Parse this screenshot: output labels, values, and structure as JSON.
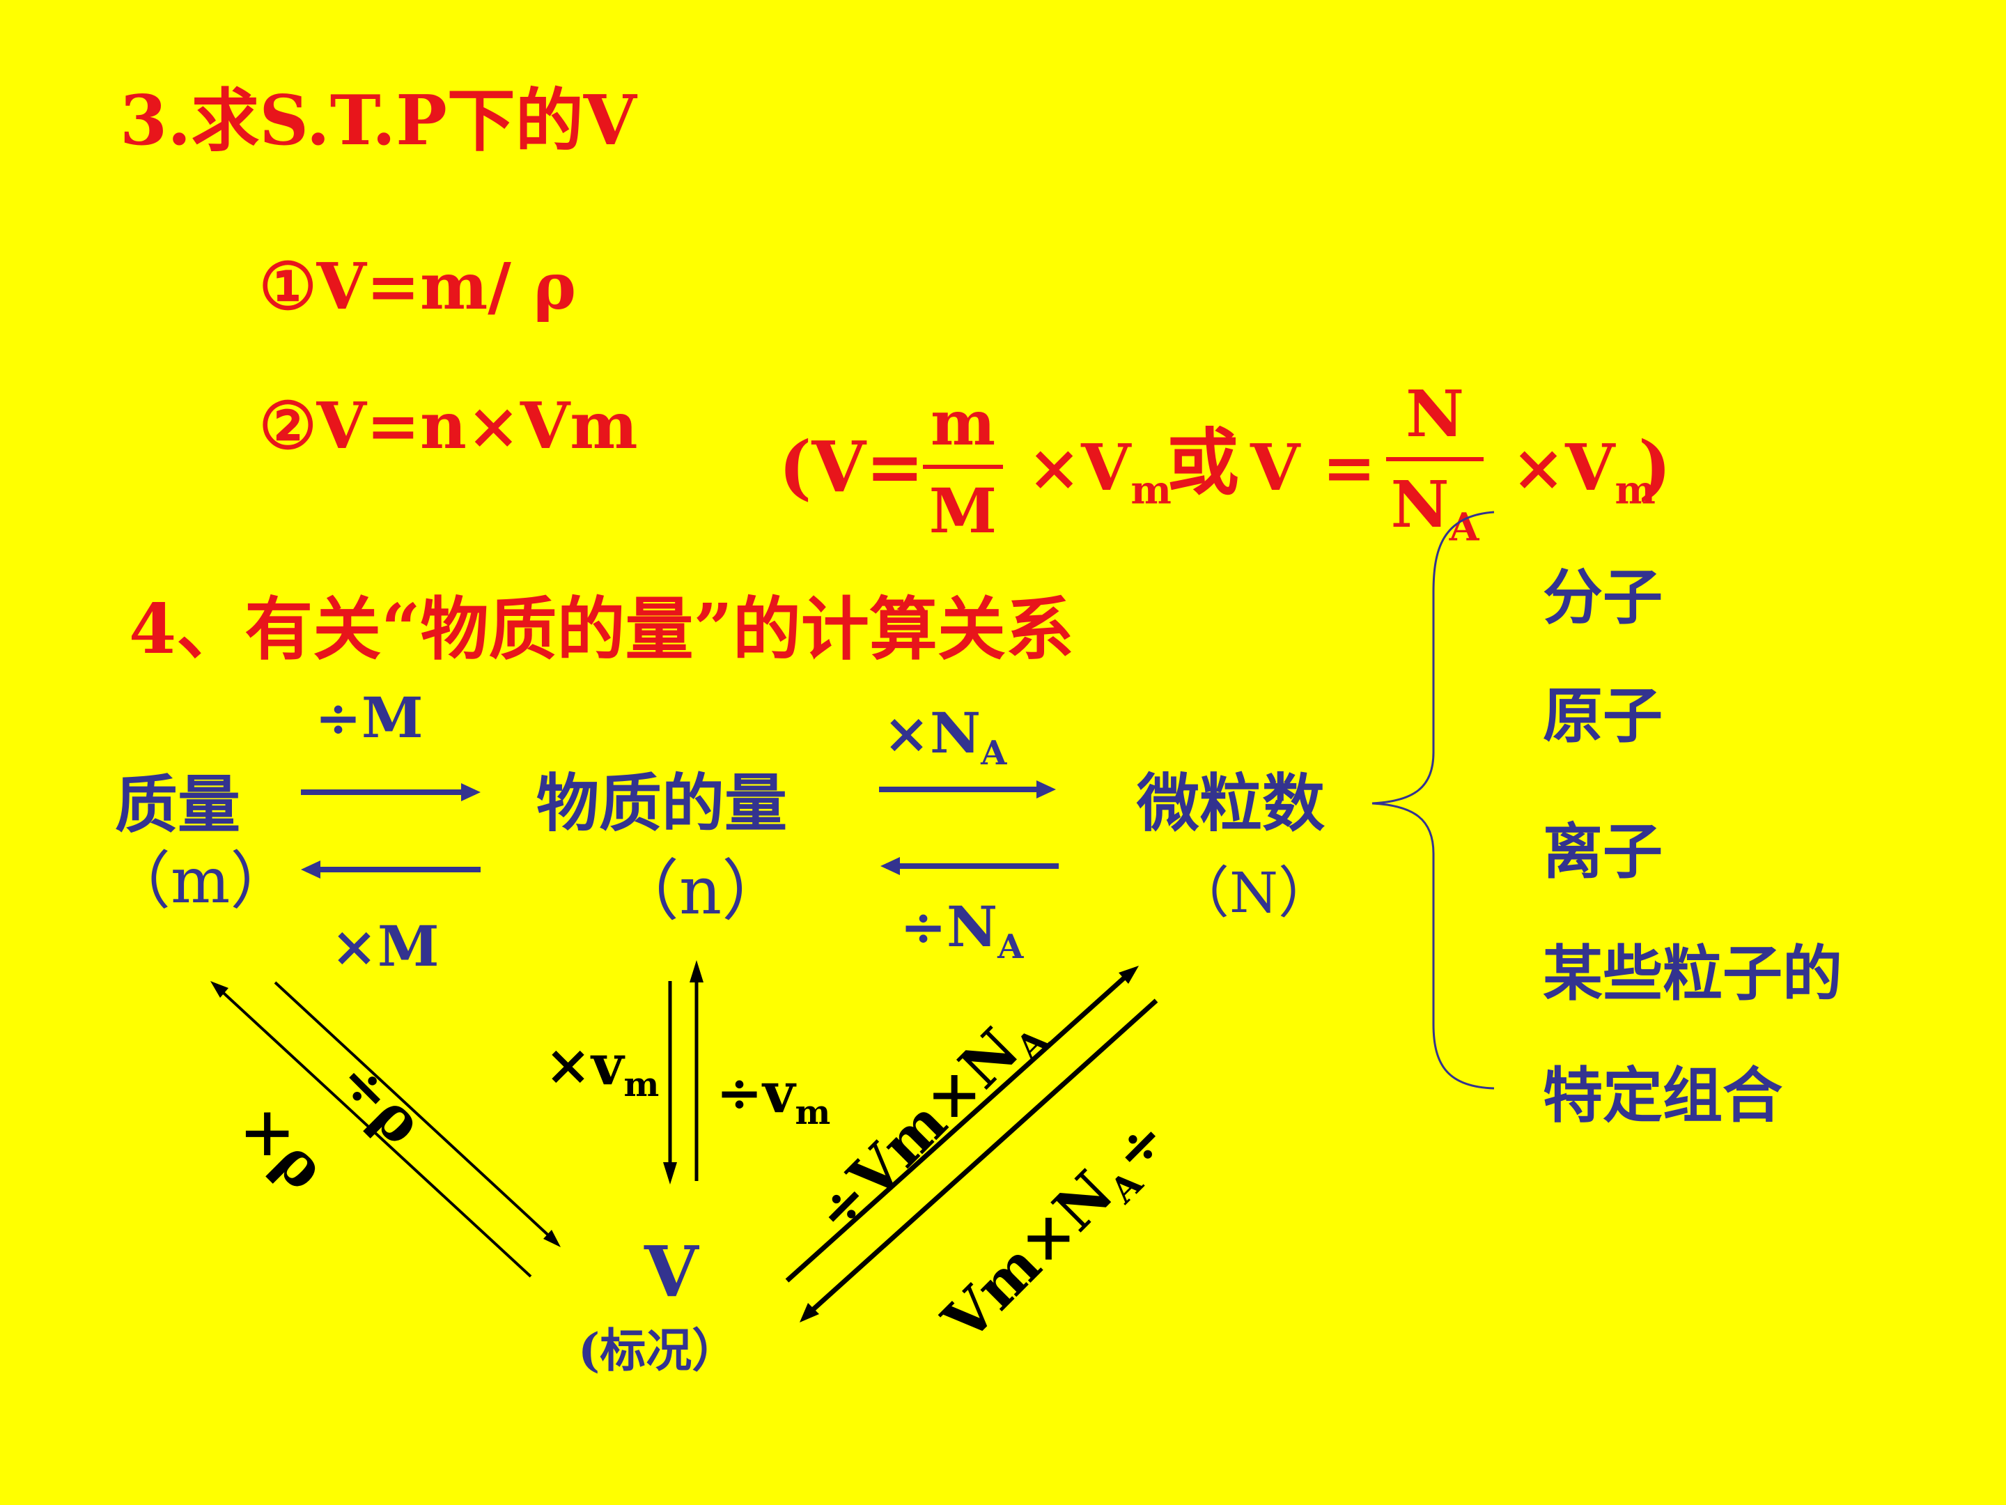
{
  "heading3": "3.求S.T.P下的V",
  "formula1": "①V=m/ ρ",
  "formula2": "②V=n×Vm",
  "alt_formula": {
    "open": "(V=",
    "num1": "m",
    "den1": "M",
    "mid_times": "×V",
    "mid_sub": "m",
    "or": "或",
    "v_eq": "V =",
    "num2": "N",
    "den2_main": "N",
    "den2_sub": "A",
    "end_times": "×V",
    "end_sub": "m",
    "close": ")"
  },
  "heading4": "4、有关“物质的量”的计算关系",
  "nodes": {
    "mass_label": "质量",
    "mass_symbol": "（m）",
    "amount_label": "物质的量",
    "amount_symbol": "（n）",
    "particle_label": "微粒数",
    "particle_symbol": "（N）",
    "volume_label": "V",
    "volume_note": "(标况）"
  },
  "arrows": {
    "div_M": "÷M",
    "times_M": "×M",
    "times_NA_main": "×N",
    "times_NA_sub": "A",
    "div_NA_main": "÷N",
    "div_NA_sub": "A",
    "times_vm_main": "×v",
    "times_vm_sub": "m",
    "div_vm_main": "÷v",
    "div_vm_sub": "m",
    "div_rho": "÷ρ",
    "times_rho": "×ρ",
    "div_vm_times_na": "÷Vm×N",
    "div_vm_times_na_sub": "A",
    "vm_times_na_div": "Vm×N",
    "vm_times_na_div_sub": "A",
    "vm_times_na_div_end": "÷"
  },
  "particles": [
    "分子",
    "原子",
    "离子",
    "某些粒子的",
    "特定组合"
  ],
  "colors": {
    "background": "#FFFF00",
    "red": "#E8151B",
    "blue": "#33338F",
    "black": "#000000"
  }
}
